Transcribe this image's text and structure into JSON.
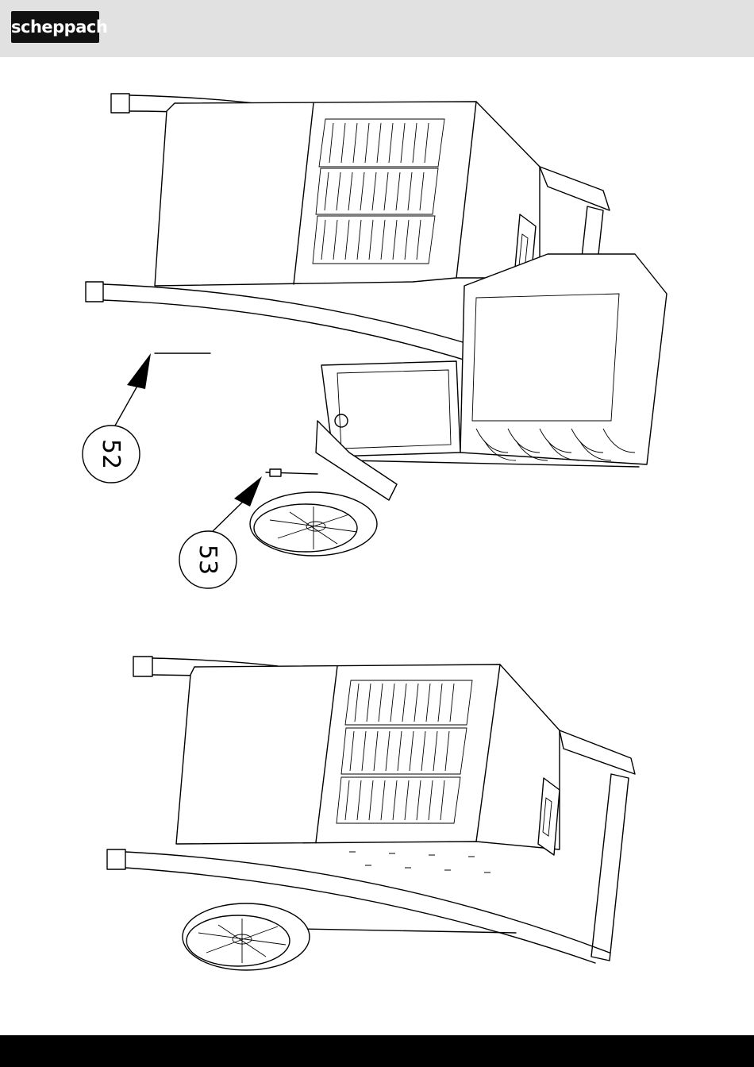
{
  "header": {
    "brand_logo_text": "scheppach",
    "background_color": "#e1e1e1",
    "logo_background_color": "#111111"
  },
  "figures": [
    {
      "callouts": [
        {
          "number": "52"
        },
        {
          "number": "53"
        }
      ]
    },
    {
      "callouts": []
    }
  ],
  "footer": {
    "color": "#000000"
  }
}
